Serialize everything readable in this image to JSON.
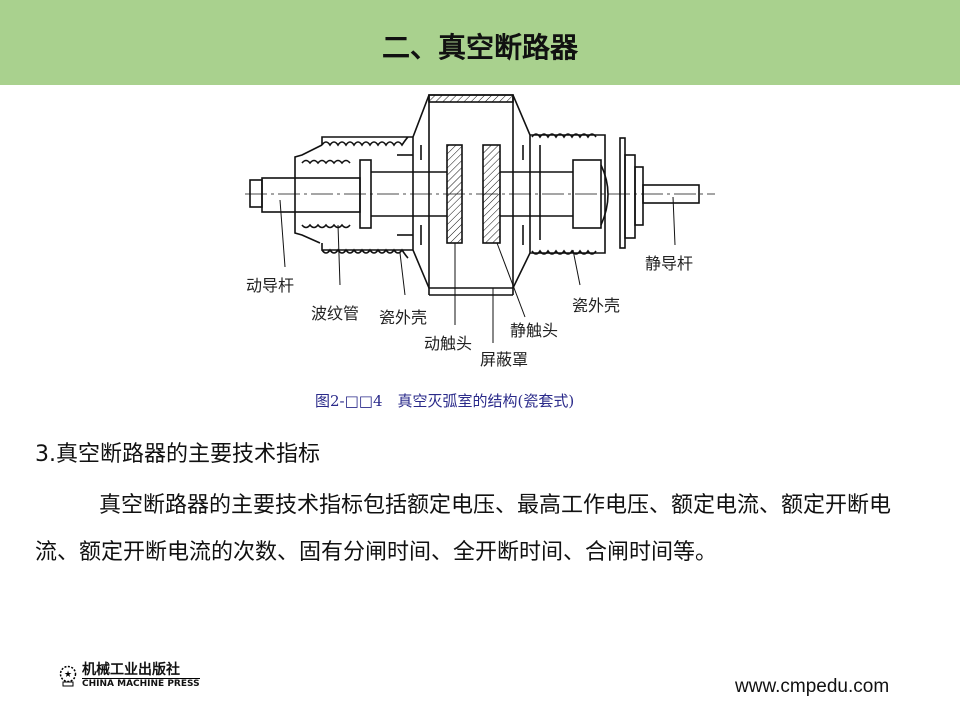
{
  "header": {
    "title": "二、真空断路器",
    "color": "#a9d18e"
  },
  "figure": {
    "labels": {
      "moving_rod": "动导杆",
      "bellows": "波纹管",
      "shell_left": "瓷外壳",
      "moving_contact": "动触头",
      "shield": "屏蔽罩",
      "static_contact": "静触头",
      "shell_right": "瓷外壳",
      "static_rod": "静导杆"
    },
    "caption": "图2-□□4　真空灭弧室的结构(瓷套式)"
  },
  "section": {
    "heading": "3.真空断路器的主要技术指标",
    "paragraph": "真空断路器的主要技术指标包括额定电压、最高工作电压、额定电流、额定开断电流、额定开断电流的次数、固有分闸时间、全开断时间、合闸时间等。"
  },
  "footer": {
    "publisher_cn": "机械工业出版社",
    "publisher_en": "CHINA MACHINE PRESS",
    "url": "www.cmpedu.com"
  }
}
